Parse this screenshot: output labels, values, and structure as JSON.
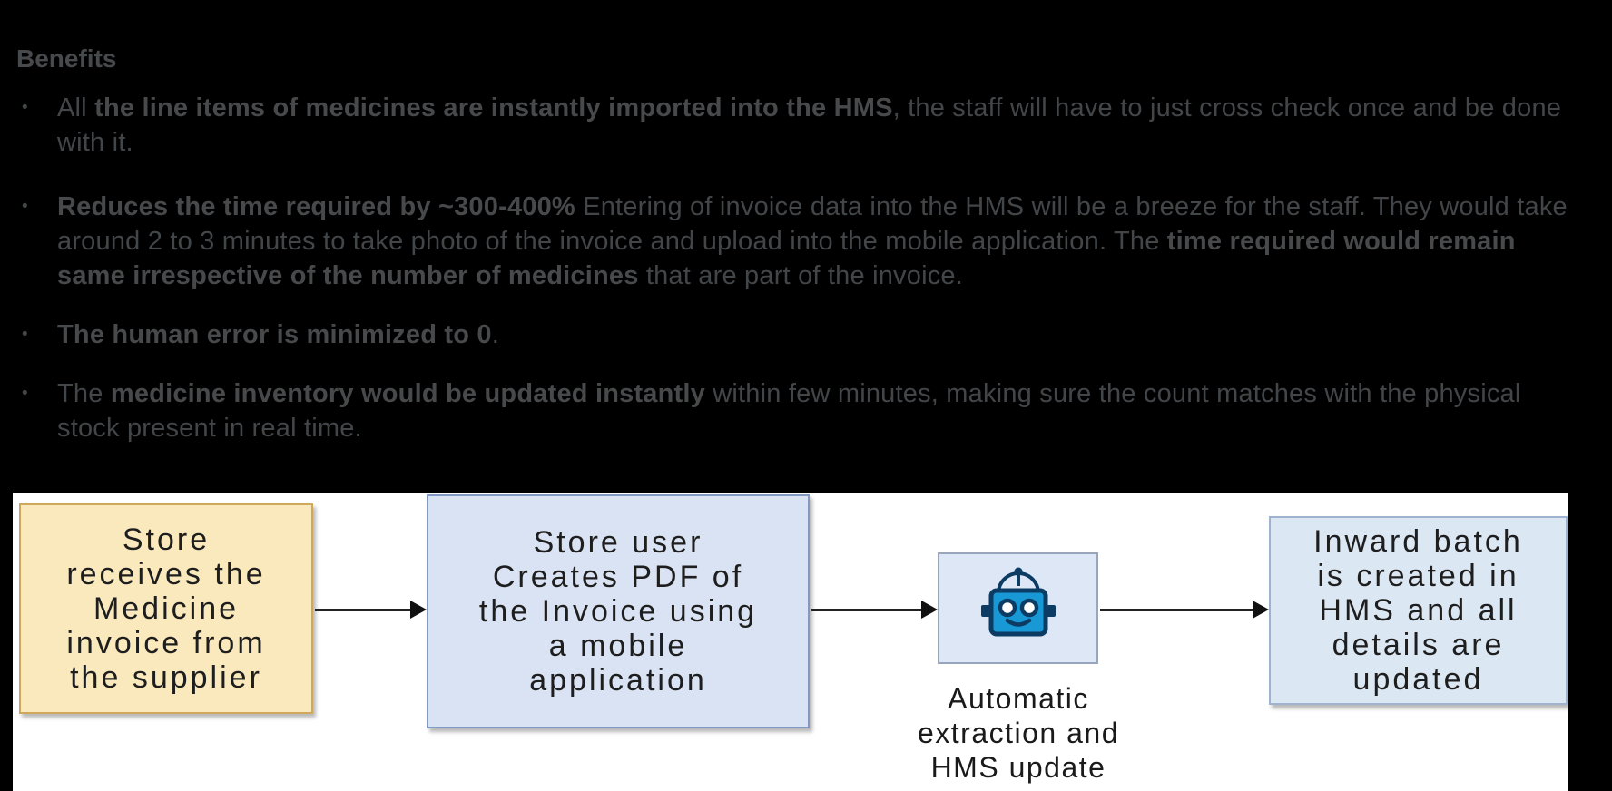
{
  "page": {
    "background_color": "#000000",
    "diagram_background": "#FFFFFF"
  },
  "benefits": {
    "heading": "Benefits",
    "bullet_marker": "•",
    "bullets": [
      {
        "segments": [
          {
            "t": "All ",
            "b": false
          },
          {
            "t": "the line items of medicines are instantly imported into the HMS",
            "b": true
          },
          {
            "t": ", the staff will have to just cross check once and be done with it.",
            "b": false
          }
        ]
      },
      {
        "segments": [
          {
            "t": "Reduces the time required by ~300-400%",
            "b": true
          },
          {
            "t": " Entering of invoice data into the HMS will be a breeze for the staff. They would take around 2 to 3 minutes to take photo of the invoice and upload into the mobile application. The ",
            "b": false
          },
          {
            "t": "time required would remain same irrespective of the number of medicines",
            "b": true
          },
          {
            "t": " that are part of the invoice.",
            "b": false
          }
        ]
      },
      {
        "segments": [
          {
            "t": "The human error is minimized to 0",
            "b": true
          },
          {
            "t": ".",
            "b": false
          }
        ]
      },
      {
        "segments": [
          {
            "t": "The ",
            "b": false
          },
          {
            "t": "medicine inventory would be updated instantly",
            "b": true
          },
          {
            "t": " within few minutes, making sure the count matches with the physical stock present in real time.",
            "b": false
          }
        ]
      }
    ]
  },
  "diagram": {
    "steps": [
      {
        "lines": [
          "Store",
          "receives the",
          "Medicine",
          "invoice from",
          "the supplier"
        ],
        "fill": "#FAE9BD",
        "border": "#CFA85C"
      },
      {
        "lines": [
          "Store user",
          "Creates PDF of",
          "the Invoice using",
          "a mobile",
          "application"
        ],
        "fill": "#D9E3F3",
        "border": "#8299C1"
      },
      {
        "icon": "robot-icon",
        "caption_lines": [
          "Automatic",
          "extraction and",
          "HMS update"
        ],
        "fill": "#DEE7F5",
        "border": "#97A6BD",
        "robot_body": "#1899D6",
        "robot_outline": "#0C3C63"
      },
      {
        "lines": [
          "Inward batch",
          "is created in",
          "HMS and all",
          "details are",
          "updated"
        ],
        "fill": "#DCE7F4",
        "border": "#9FB3CF"
      }
    ]
  }
}
